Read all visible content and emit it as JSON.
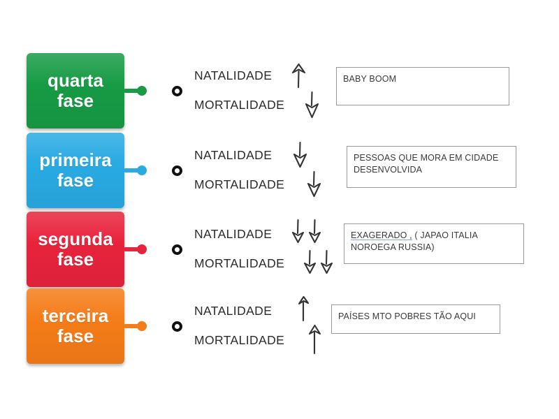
{
  "page": {
    "title": "Atividade de correspondencia - Fases da transicao demografica",
    "background_color": "#ffffff"
  },
  "legend": {
    "natalidade_label": "NATALIDADE",
    "mortalidade_label": "MORTALIDADE"
  },
  "rows": [
    {
      "tile_label": "quarta fase",
      "tile_label_line1": "quarta",
      "tile_label_line2": "fase",
      "color": "#179b45",
      "color_dark": "#0f7f37",
      "natalidade_label": "NATALIDADE",
      "mortalidade_label": "MORTALIDADE",
      "natalidade_arrows": "up",
      "natalidade_arrow_count": 1,
      "mortalidade_arrows": "down",
      "mortalidade_arrow_count": 1,
      "note_text": "BABY BOOM",
      "note_text_line1": "BABY BOOM",
      "note_text_line2": "",
      "note_spell_error": ""
    },
    {
      "tile_label": "primeira fase",
      "tile_label_line1": "primeira",
      "tile_label_line2": "fase",
      "color": "#29aae3",
      "color_dark": "#1f93c9",
      "natalidade_label": "NATALIDADE",
      "mortalidade_label": "MORTALIDADE",
      "natalidade_arrows": "down",
      "natalidade_arrow_count": 1,
      "mortalidade_arrows": "down",
      "mortalidade_arrow_count": 1,
      "note_text": "PESSOAS QUE MORA EM CIDADE DESENVOLVIDA",
      "note_text_line1": "PESSOAS QUE MORA EM CIDADE",
      "note_text_line2": "DESENVOLVIDA",
      "note_spell_error": ""
    },
    {
      "tile_label": "segunda fase",
      "tile_label_line1": "segunda",
      "tile_label_line2": "fase",
      "color": "#e8233c",
      "color_dark": "#c91b30",
      "natalidade_label": "NATALIDADE",
      "mortalidade_label": "MORTALIDADE",
      "natalidade_arrows": "down",
      "natalidade_arrow_count": 2,
      "mortalidade_arrows": "down",
      "mortalidade_arrow_count": 2,
      "note_text": "EXAGERADO , ( JAPAO ITALIA NOROEGA RUSSIA)",
      "note_text_line1": "EXAGERADO ,",
      "note_text_line1_rest": " ( JAPAO ITALIA",
      "note_text_line2": "NOROEGA RUSSIA)",
      "note_spell_error": "EXAGERADO ,",
      "note_spell_underline_color": "#8ea9c8"
    },
    {
      "tile_label": "terceira fase",
      "tile_label_line1": "terceira",
      "tile_label_line2": "fase",
      "color": "#f57c18",
      "color_dark": "#e06a0c",
      "natalidade_label": "NATALIDADE",
      "mortalidade_label": "MORTALIDADE",
      "natalidade_arrows": "up",
      "natalidade_arrow_count": 1,
      "mortalidade_arrows": "up",
      "mortalidade_arrow_count": 1,
      "note_text": "PAÍSES MTO POBRES TÃO AQUI",
      "note_text_line1": "PAÍSES MTO POBRES TÃO AQUI",
      "note_text_line2": "",
      "note_spell_error": ""
    }
  ]
}
